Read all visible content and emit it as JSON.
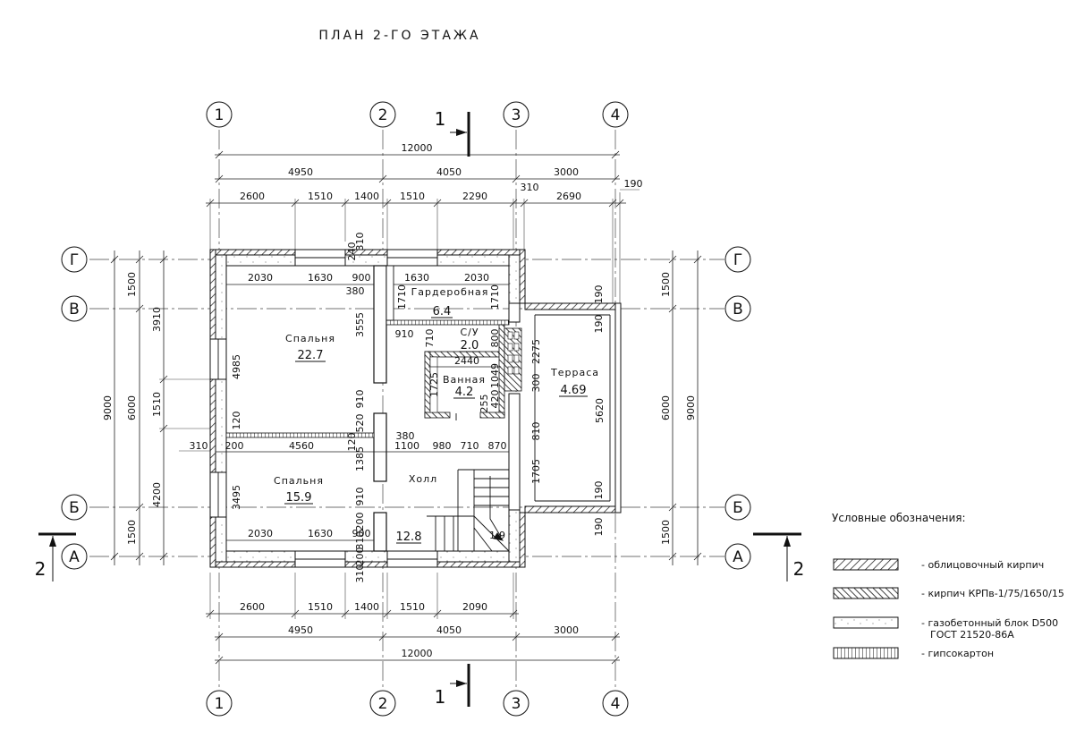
{
  "title": "ПЛАН 2-ГО ЭТАЖА",
  "axes": {
    "vertical": [
      "1",
      "2",
      "3",
      "4"
    ],
    "horizontal": [
      "Г",
      "В",
      "Б",
      "А"
    ]
  },
  "top_dims": {
    "overall": "12000",
    "row2": [
      "4950",
      "4050",
      "3000"
    ],
    "row3": [
      "2600",
      "1510",
      "1400",
      "1510",
      "2290",
      "310",
      "2690",
      "190"
    ]
  },
  "bottom_dims": {
    "row1": [
      "2600",
      "1510",
      "1400",
      "1510",
      "2090"
    ],
    "row2": [
      "4950",
      "4050",
      "3000"
    ],
    "overall": "12000"
  },
  "left_dims": {
    "outer": "9000",
    "mid": [
      "3910",
      "6000",
      "4200"
    ],
    "inner": [
      "1500",
      "1510",
      "1500"
    ],
    "bottom_start": "310"
  },
  "right_dims": {
    "outer": "9000",
    "inner": [
      "1500",
      "6000",
      "1500"
    ]
  },
  "interior_dims": {
    "top_room": [
      "2030",
      "1630",
      "900",
      "1630",
      "2030"
    ],
    "bottom_room": [
      "2030",
      "1630",
      "900"
    ],
    "mid_row": [
      "200",
      "4560",
      "120",
      "1100",
      "980",
      "710",
      "870"
    ],
    "misc": [
      "380",
      "120",
      "3555",
      "4985",
      "3495",
      "1710",
      "1710",
      "910",
      "710",
      "800",
      "2440",
      "1725",
      "1049",
      "255",
      "420",
      "300",
      "2275",
      "5620",
      "810",
      "1705",
      "910",
      "1385",
      "380",
      "520",
      "200",
      "310",
      "910",
      "200",
      "310",
      "120",
      "190",
      "190",
      "190",
      "190",
      "310",
      "240"
    ]
  },
  "rooms": [
    {
      "name": "Спальня",
      "area": "22.7"
    },
    {
      "name": "Гардеробная",
      "area": "6.4"
    },
    {
      "name": "С/У",
      "area": "2.0"
    },
    {
      "name": "Ванная",
      "area": "4.2"
    },
    {
      "name": "Терраса",
      "area": "4.69"
    },
    {
      "name": "Спальня",
      "area": "15.9"
    },
    {
      "name": "Холл",
      "area": "12.8"
    }
  ],
  "stair_label": "1-9",
  "sections": [
    "1",
    "1",
    "2",
    "2"
  ],
  "legend": {
    "title": "Условные обозначения:",
    "items": [
      "- облицовочный кирпич",
      "- кирпич КРПв-1/75/1650/15",
      "- газобетонный блок D500",
      "ГОСТ 21520-86А",
      "- гипсокартон"
    ]
  }
}
